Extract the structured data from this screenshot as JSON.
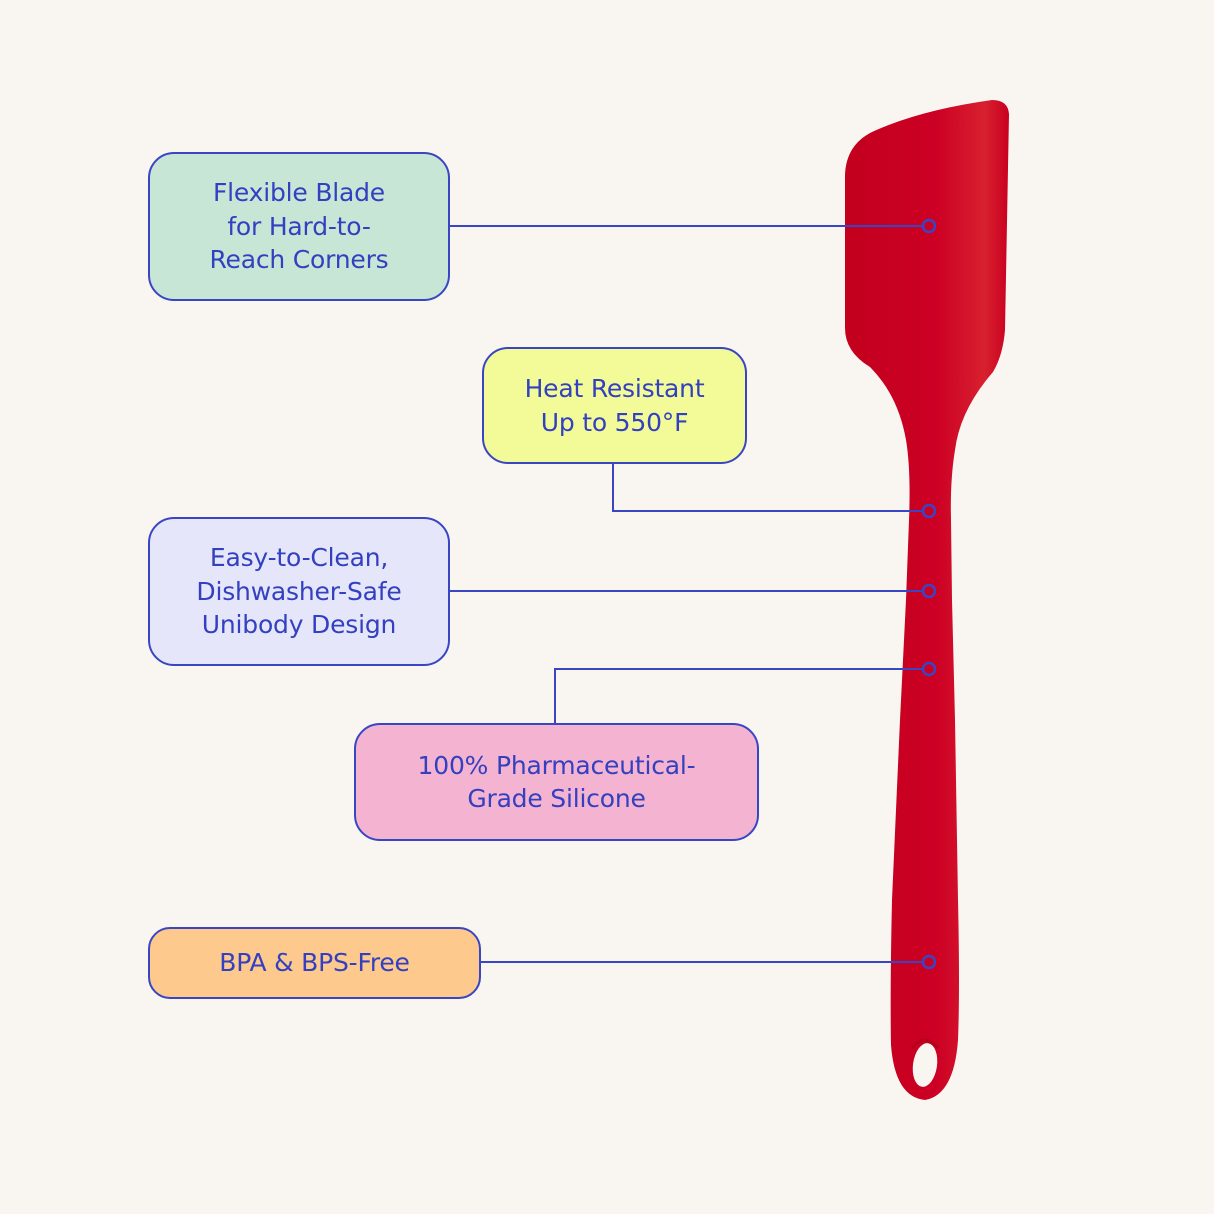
{
  "colors": {
    "background": "#f9f6f1",
    "line": "#3a45c4",
    "text": "#3340c0",
    "spatula": "#cc0022"
  },
  "product": {
    "name": "silicone-spatula-image",
    "color": "red"
  },
  "callouts": [
    {
      "id": "flexible-blade",
      "label": "Flexible Blade\nfor Hard-to-\nReach Corners",
      "fill": "#c8e6d6"
    },
    {
      "id": "heat-resistant",
      "label": "Heat Resistant\nUp to 550°F",
      "fill": "#f2fb98"
    },
    {
      "id": "easy-to-clean",
      "label": "Easy-to-Clean,\nDishwasher-Safe\nUnibody Design",
      "fill": "#e6e6fa"
    },
    {
      "id": "pharmaceutical-silicone",
      "label": "100% Pharmaceutical-\nGrade Silicone",
      "fill": "#f3b3d1"
    },
    {
      "id": "bpa-free",
      "label": "BPA & BPS-Free",
      "fill": "#fdc98c"
    }
  ]
}
